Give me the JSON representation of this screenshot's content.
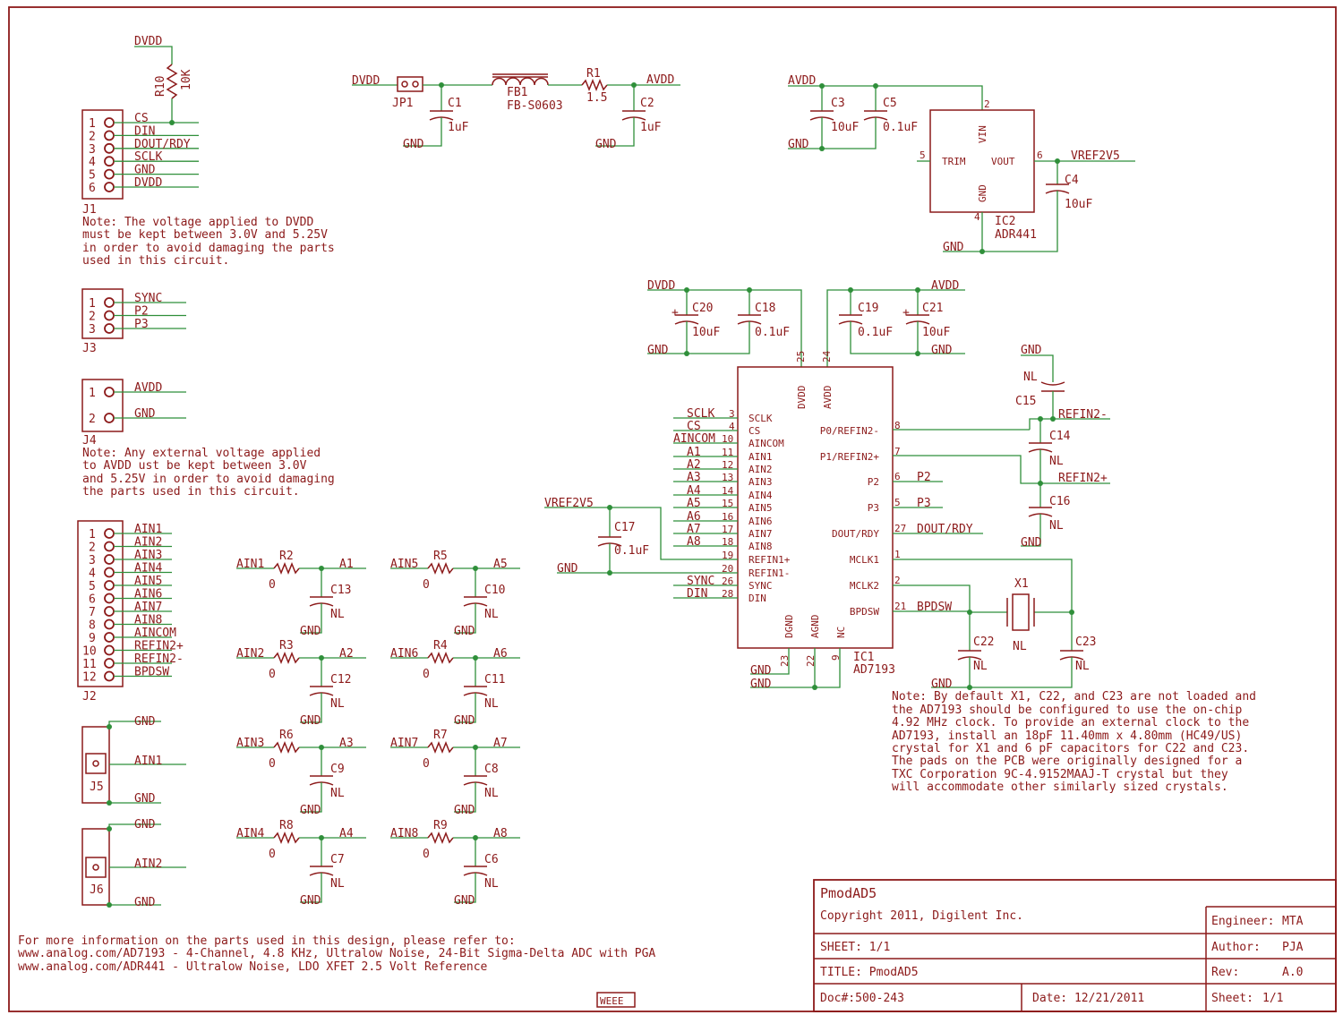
{
  "colors": {
    "wire": "#2f8f3a",
    "component": "#8c1a1a",
    "background": "#ffffff"
  },
  "jumper": {
    "ref": "JP1",
    "net": "DVDD"
  },
  "ferrite": {
    "ref": "FB1",
    "value": "FB-S0603"
  },
  "r1": {
    "ref": "R1",
    "value": "1.5"
  },
  "r10": {
    "ref": "R10",
    "value": "10K"
  },
  "power": {
    "dvdd": "DVDD",
    "avdd": "AVDD",
    "gnd": "GND",
    "vref": "VREF2V5"
  },
  "caps": {
    "c1": {
      "ref": "C1",
      "value": "1uF"
    },
    "c2": {
      "ref": "C2",
      "value": "1uF"
    },
    "c3": {
      "ref": "C3",
      "value": "10uF"
    },
    "c5": {
      "ref": "C5",
      "value": "0.1uF"
    },
    "c4": {
      "ref": "C4",
      "value": "10uF"
    },
    "c20": {
      "ref": "C20",
      "value": "10uF"
    },
    "c18": {
      "ref": "C18",
      "value": "0.1uF"
    },
    "c19": {
      "ref": "C19",
      "value": "0.1uF"
    },
    "c21": {
      "ref": "C21",
      "value": "10uF"
    },
    "c17": {
      "ref": "C17",
      "value": "0.1uF"
    },
    "c15": {
      "ref": "C15",
      "value": "NL"
    },
    "c14": {
      "ref": "C14",
      "value": "NL"
    },
    "c16": {
      "ref": "C16",
      "value": "NL"
    },
    "c22": {
      "ref": "C22",
      "value": "NL"
    },
    "c23": {
      "ref": "C23",
      "value": "NL"
    }
  },
  "ic2": {
    "ref": "IC2",
    "part": "ADR441",
    "pins": {
      "vin": "VIN",
      "trim": "TRIM",
      "vout": "VOUT",
      "gnd": "GND",
      "n2": "2",
      "n5": "5",
      "n6": "6",
      "n4": "4"
    }
  },
  "ic1": {
    "ref": "IC1",
    "part": "AD7193",
    "top": {
      "dvdd": "DVDD",
      "avdd": "AVDD",
      "n25": "25",
      "n24": "24"
    },
    "bottom": {
      "dgnd": "DGND",
      "agnd": "AGND",
      "nc": "NC",
      "n23": "23",
      "n22": "22",
      "n9": "9"
    },
    "left": [
      {
        "net": "SCLK",
        "num": "3",
        "name": "SCLK"
      },
      {
        "net": "CS",
        "num": "4",
        "name": "CS"
      },
      {
        "net": "AINCOM",
        "num": "10",
        "name": "AINCOM"
      },
      {
        "net": "A1",
        "num": "11",
        "name": "AIN1"
      },
      {
        "net": "A2",
        "num": "12",
        "name": "AIN2"
      },
      {
        "net": "A3",
        "num": "13",
        "name": "AIN3"
      },
      {
        "net": "A4",
        "num": "14",
        "name": "AIN4"
      },
      {
        "net": "A5",
        "num": "15",
        "name": "AIN5"
      },
      {
        "net": "A6",
        "num": "16",
        "name": "AIN6"
      },
      {
        "net": "A7",
        "num": "17",
        "name": "AIN7"
      },
      {
        "net": "A8",
        "num": "18",
        "name": "AIN8"
      },
      {
        "net": "",
        "num": "19",
        "name": "REFIN1+"
      },
      {
        "net": "",
        "num": "20",
        "name": "REFIN1-"
      },
      {
        "net": "SYNC",
        "num": "26",
        "name": "SYNC"
      },
      {
        "net": "DIN",
        "num": "28",
        "name": "DIN"
      }
    ],
    "right": [
      {
        "name": "P0/REFIN2-",
        "num": "8",
        "net": ""
      },
      {
        "name": "P1/REFIN2+",
        "num": "7",
        "net": ""
      },
      {
        "name": "P2",
        "num": "6",
        "net": "P2"
      },
      {
        "name": "P3",
        "num": "5",
        "net": "P3"
      },
      {
        "name": "DOUT/RDY",
        "num": "27",
        "net": "DOUT/RDY"
      },
      {
        "name": "MCLK1",
        "num": "1",
        "net": ""
      },
      {
        "name": "MCLK2",
        "num": "2",
        "net": ""
      },
      {
        "name": "BPDSW",
        "num": "21",
        "net": "BPDSW"
      }
    ]
  },
  "nets": {
    "refin2m": "REFIN2-",
    "refin2p": "REFIN2+",
    "bpdsw": "BPDSW"
  },
  "crystal": {
    "ref": "X1",
    "value": "NL"
  },
  "j1": {
    "ref": "J1",
    "pins": [
      {
        "num": "1",
        "net": "CS"
      },
      {
        "num": "2",
        "net": "DIN"
      },
      {
        "num": "3",
        "net": "DOUT/RDY"
      },
      {
        "num": "4",
        "net": "SCLK"
      },
      {
        "num": "5",
        "net": "GND"
      },
      {
        "num": "6",
        "net": "DVDD"
      }
    ]
  },
  "j3": {
    "ref": "J3",
    "pins": [
      {
        "num": "1",
        "net": "SYNC"
      },
      {
        "num": "2",
        "net": "P2"
      },
      {
        "num": "3",
        "net": "P3"
      }
    ]
  },
  "j4": {
    "ref": "J4",
    "pins": [
      {
        "num": "1",
        "net": "AVDD"
      },
      {
        "num": "2",
        "net": "GND"
      }
    ]
  },
  "j2": {
    "ref": "J2",
    "pins": [
      {
        "num": "1",
        "net": "AIN1"
      },
      {
        "num": "2",
        "net": "AIN2"
      },
      {
        "num": "3",
        "net": "AIN3"
      },
      {
        "num": "4",
        "net": "AIN4"
      },
      {
        "num": "5",
        "net": "AIN5"
      },
      {
        "num": "6",
        "net": "AIN6"
      },
      {
        "num": "7",
        "net": "AIN7"
      },
      {
        "num": "8",
        "net": "AIN8"
      },
      {
        "num": "9",
        "net": "AINCOM"
      },
      {
        "num": "10",
        "net": "REFIN2+"
      },
      {
        "num": "11",
        "net": "REFIN2-"
      },
      {
        "num": "12",
        "net": "BPDSW"
      }
    ]
  },
  "j5": {
    "ref": "J5",
    "net": "AIN1"
  },
  "j6": {
    "ref": "J6",
    "net": "AIN2"
  },
  "filters": [
    {
      "in": "AIN1",
      "r": "R2",
      "rv": "0",
      "out": "A1",
      "c": "C13",
      "cv": "NL"
    },
    {
      "in": "AIN5",
      "r": "R5",
      "rv": "0",
      "out": "A5",
      "c": "C10",
      "cv": "NL"
    },
    {
      "in": "AIN2",
      "r": "R3",
      "rv": "0",
      "out": "A2",
      "c": "C12",
      "cv": "NL"
    },
    {
      "in": "AIN6",
      "r": "R4",
      "rv": "0",
      "out": "A6",
      "c": "C11",
      "cv": "NL"
    },
    {
      "in": "AIN3",
      "r": "R6",
      "rv": "0",
      "out": "A3",
      "c": "C9",
      "cv": "NL"
    },
    {
      "in": "AIN7",
      "r": "R7",
      "rv": "0",
      "out": "A7",
      "c": "C8",
      "cv": "NL"
    },
    {
      "in": "AIN4",
      "r": "R8",
      "rv": "0",
      "out": "A4",
      "c": "C7",
      "cv": "NL"
    },
    {
      "in": "AIN8",
      "r": "R9",
      "rv": "0",
      "out": "A8",
      "c": "C6",
      "cv": "NL"
    }
  ],
  "notes": {
    "dvdd": [
      "Note: The voltage applied to DVDD",
      "must be kept between 3.0V and 5.25V",
      "in order to avoid damaging the parts",
      "used in this circuit."
    ],
    "avdd": [
      "Note: Any external voltage applied",
      "to AVDD ust be kept between 3.0V",
      "and 5.25V in order to avoid damaging",
      "the parts used in this circuit."
    ],
    "crystal": [
      "Note: By default X1, C22, and C23 are not loaded and",
      "the AD7193 should be configured to use the on-chip",
      "4.92 MHz clock. To provide an external clock to the",
      "AD7193, install an 18pF 11.40mm x 4.80mm (HC49/US)",
      "crystal for X1 and 6 pF capacitors for C22 and C23.",
      "The pads on the PCB were originally designed for a",
      "TXC Corporation 9C-4.9152MAAJ-T crystal but they",
      "will accommodate other similarly sized crystals."
    ],
    "info": [
      "For more information on the parts used in this design, please refer to:",
      "www.analog.com/AD7193 - 4-Channel, 4.8 KHz, Ultralow Noise, 24-Bit Sigma-Delta ADC with PGA",
      "www.analog.com/ADR441 - Ultralow Noise, LDO XFET 2.5 Volt Reference"
    ]
  },
  "weee": "WEEE",
  "title_block": {
    "project": "PmodAD5",
    "copyright": "Copyright 2011, Digilent Inc.",
    "sheet": "SHEET: 1/1",
    "title": "TITLE: PmodAD5",
    "doc": "Doc#:500-243",
    "date": "Date: 12/21/2011",
    "engineer_label": "Engineer:",
    "engineer": "MTA",
    "author_label": "Author:",
    "author": "PJA",
    "rev_label": "Rev:",
    "rev": "A.0",
    "sheet_label": "Sheet:",
    "sheet_value": "1/1"
  }
}
